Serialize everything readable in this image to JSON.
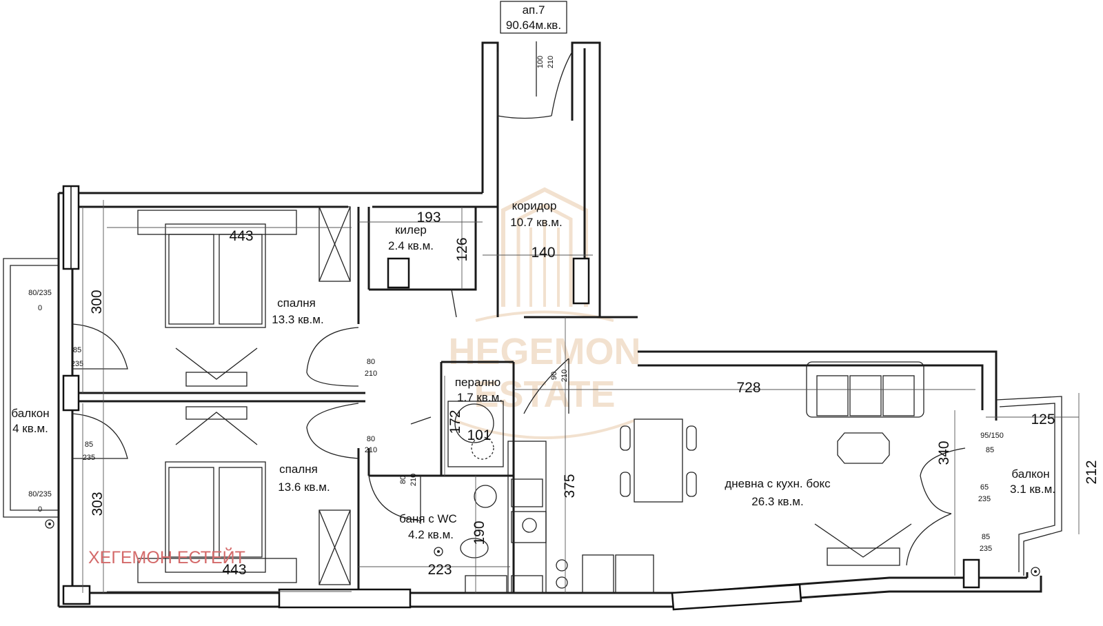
{
  "apartment": {
    "number": "ап.7",
    "area": "90.64м.кв."
  },
  "rooms": {
    "corridor": {
      "name": "коридор",
      "area": "10.7 кв.м."
    },
    "storage": {
      "name": "килер",
      "area": "2.4 кв.м."
    },
    "bedroom_top": {
      "name": "спалня",
      "area": "13.3 кв.м."
    },
    "bedroom_bottom": {
      "name": "спалня",
      "area": "13.6 кв.м."
    },
    "laundry": {
      "name": "перално",
      "area": "1.7 кв.м."
    },
    "bathroom": {
      "name": "баня с WC",
      "area": "4.2 кв.м."
    },
    "living": {
      "name": "дневна с кухн. бокс",
      "area": "26.3 кв.м."
    },
    "balcony_left": {
      "name": "балкон",
      "area": "4 кв.м."
    },
    "balcony_right": {
      "name": "балкон",
      "area": "3.1 кв.м."
    }
  },
  "dimensions": {
    "bed_top_width": "443",
    "bed_bottom_width": "443",
    "storage_width": "193",
    "storage_depth": "126",
    "corridor_width": "140",
    "bed_top_depth": "300",
    "bed_bottom_depth": "303",
    "living_width": "728",
    "living_depth": "375",
    "laundry_depth": "172",
    "laundry_width": "101",
    "bath_depth": "190",
    "bath_width": "223",
    "balcony_right_width": "125",
    "balcony_right_depth": "212",
    "living_right_depth": "340"
  },
  "openings": {
    "entrance_door": {
      "w": "100",
      "h": "210"
    },
    "corridor_door": {
      "w": "90",
      "h": "210"
    },
    "bed_top_door": {
      "w": "80",
      "h": "210"
    },
    "bed_bottom_door": {
      "w": "80",
      "h": "210"
    },
    "bath_door": {
      "w": "80",
      "h": "210"
    },
    "balcony_left_window_top": {
      "w": "80/235",
      "h": "0"
    },
    "balcony_left_door_top": {
      "w": "85",
      "h": "235"
    },
    "balcony_left_door_bottom": {
      "w": "85",
      "h": "235"
    },
    "balcony_left_window_bottom": {
      "w": "80/235",
      "h": "0"
    },
    "balcony_right_window": {
      "w": "95/150",
      "h": "85"
    },
    "balcony_right_door_top": {
      "w": "65",
      "h": "235"
    },
    "balcony_right_door_bottom": {
      "w": "85",
      "h": "235"
    }
  },
  "watermarks": {
    "logo_line1": "HEGEMON",
    "logo_line2": "ESTATE",
    "cyrillic": "ХЕГЕМОН ЕСТЕЙТ"
  }
}
